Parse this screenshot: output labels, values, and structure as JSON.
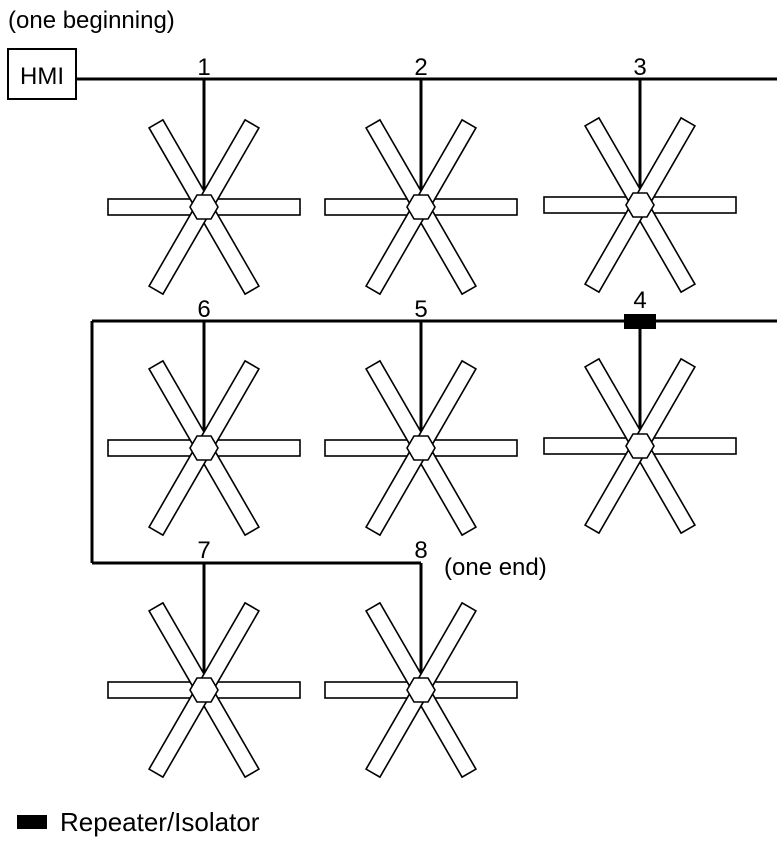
{
  "beginning_label": "(one beginning)",
  "hmi_label": "HMI",
  "end_label": "(one end)",
  "fans": [
    {
      "id": "1"
    },
    {
      "id": "2"
    },
    {
      "id": "3"
    },
    {
      "id": "6"
    },
    {
      "id": "5"
    },
    {
      "id": "4"
    },
    {
      "id": "7"
    },
    {
      "id": "8"
    }
  ],
  "legend": {
    "label": "Repeater/Isolator",
    "color": "#000000"
  },
  "colors": {
    "line": "#000000",
    "background": "#ffffff"
  }
}
